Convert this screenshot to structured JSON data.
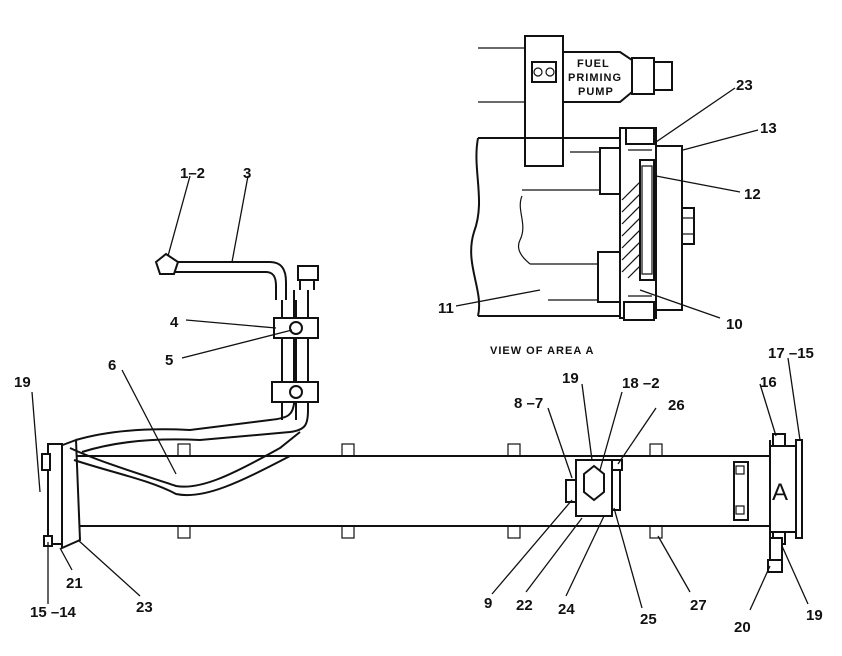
{
  "detail": {
    "pump_label_line1": "FUEL",
    "pump_label_line2": "PRIMING",
    "pump_label_line3": "PUMP",
    "caption": "VIEW OF AREA A",
    "callouts": {
      "c23": "23",
      "c13": "13",
      "c12": "12",
      "c11": "11",
      "c10": "10"
    }
  },
  "main": {
    "area_marker": "A",
    "callouts": {
      "c1_2": "1–2",
      "c3": "3",
      "c4": "4",
      "c5": "5",
      "c6": "6",
      "c19_left": "19",
      "c21": "21",
      "c15_14": "15 –14",
      "c23_bottom": "23",
      "c8_7": "8 –7",
      "c19_mid": "19",
      "c18_2": "18 –2",
      "c26": "26",
      "c9": "9",
      "c22": "22",
      "c24": "24",
      "c25": "25",
      "c27": "27",
      "c17_15": "17 –15",
      "c16": "16",
      "c20": "20",
      "c19_right": "19"
    }
  }
}
